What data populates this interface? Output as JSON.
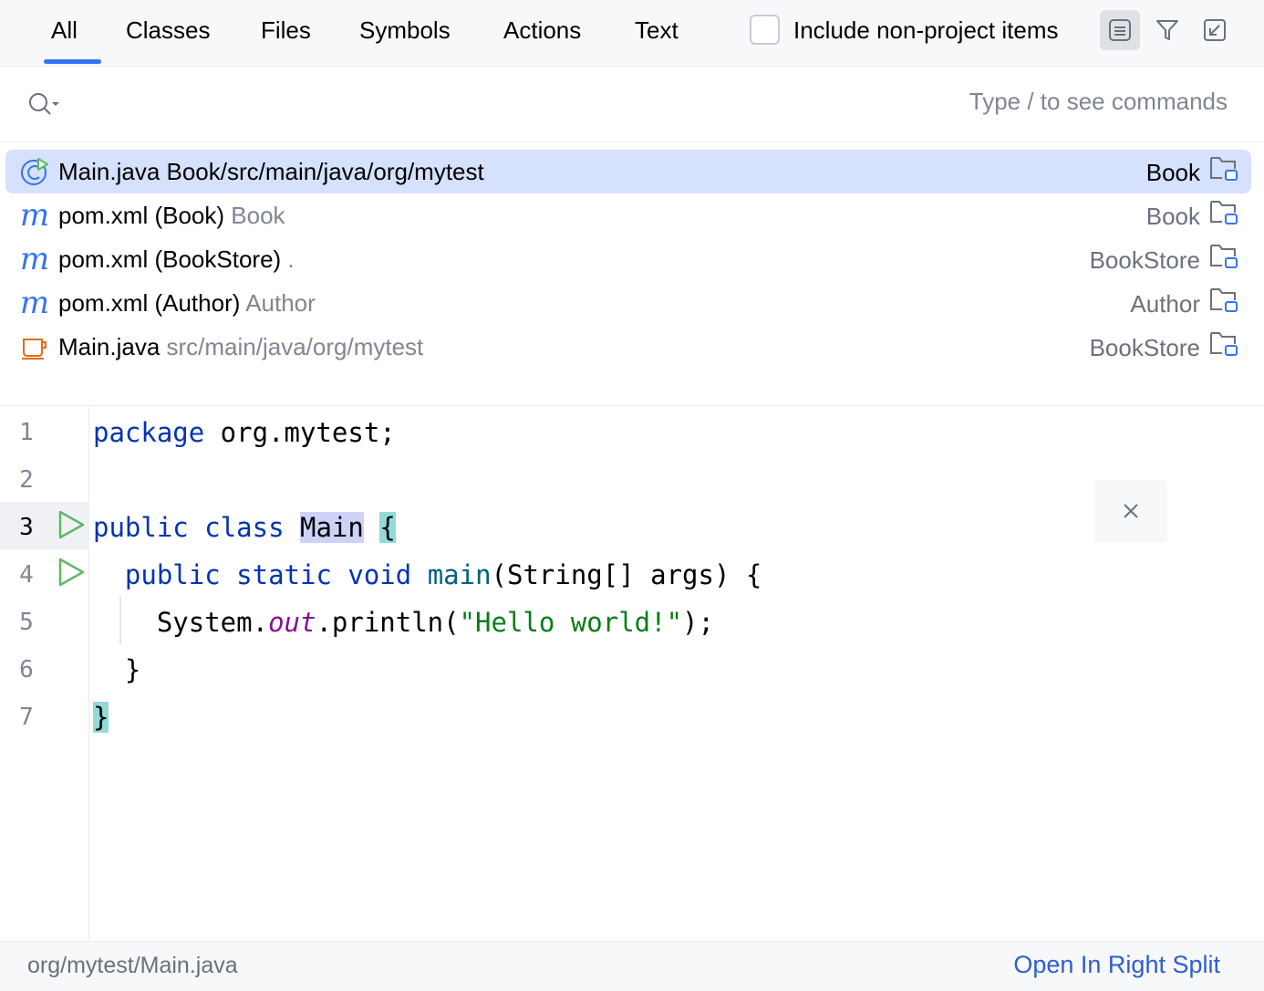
{
  "tabs": [
    {
      "label": "All",
      "active": true
    },
    {
      "label": "Classes"
    },
    {
      "label": "Files"
    },
    {
      "label": "Symbols"
    },
    {
      "label": "Actions"
    },
    {
      "label": "Text"
    }
  ],
  "include_non_project": {
    "label": "Include non-project items",
    "checked": false
  },
  "toolbar": {
    "preview_icon": "preview-icon",
    "filter_icon": "filter-icon",
    "collapse_icon": "open-in-window-icon"
  },
  "search": {
    "value": "",
    "placeholder": "",
    "hint": "Type / to see commands"
  },
  "results": [
    {
      "icon": "java-runnable-class-icon",
      "name": "Main.java Book/src/main/java/org/mytest",
      "detail": "",
      "project": "Book",
      "selected": true
    },
    {
      "icon": "maven-icon",
      "name": "pom.xml (Book)",
      "detail": "Book",
      "project": "Book"
    },
    {
      "icon": "maven-icon",
      "name": "pom.xml (BookStore)",
      "detail": ".",
      "project": "BookStore"
    },
    {
      "icon": "maven-icon",
      "name": "pom.xml (Author)",
      "detail": "Author",
      "project": "Author"
    },
    {
      "icon": "java-file-icon",
      "name": "Main.java",
      "detail": "src/main/java/org/mytest",
      "project": "BookStore"
    }
  ],
  "editor": {
    "line_numbers": [
      "1",
      "2",
      "3",
      "4",
      "5",
      "6",
      "7"
    ],
    "current_line": "3",
    "code": {
      "l1_kw": "package",
      "l1_rest": " org.mytest;",
      "l3_kw1": "public",
      "l3_kw2": "class",
      "l3_ident": "Main",
      "l3_brace": "{",
      "l4_kw1": "public",
      "l4_kw2": "static",
      "l4_kw3": "void",
      "l4_fn": "main",
      "l4_rest": "(String[] args) {",
      "l5_a": "System.",
      "l5_static": "out",
      "l5_b": ".println(",
      "l5_str": "\"Hello world!\"",
      "l5_c": ");",
      "l6": "}",
      "l7": "}"
    }
  },
  "footer": {
    "path": "org/mytest/Main.java",
    "action": "Open In Right Split"
  },
  "colors": {
    "accent": "#3574f0",
    "selection": "#d5e1fd",
    "keyword": "#0033b3",
    "string": "#067d17"
  }
}
